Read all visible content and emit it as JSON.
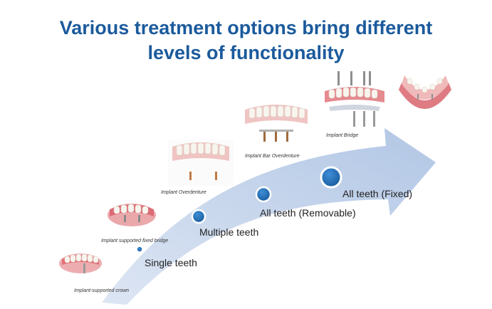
{
  "title_line1": "Various treatment options bring different",
  "title_line2": "levels of functionality",
  "stages": [
    {
      "label": "Single teeth",
      "caption": "Implant-supported crown"
    },
    {
      "label": "Multiple  teeth",
      "caption": "Implant  supported fixed bridge"
    },
    {
      "label": "All  teeth (Removable)",
      "caption": "Implant Overdenture"
    },
    {
      "label": "All  teeth (Fixed)",
      "caption": "Implant  Bar Overdenture"
    }
  ],
  "extra_caption": "Implant Bridge",
  "colors": {
    "title": "#1b5a9c",
    "arrow": "#b9cbe6",
    "dot": "#1f6db3",
    "dot_ring": "#ffffff",
    "gum": "#e58a8f",
    "tooth": "#f7f3ea"
  },
  "icons": [
    "implant-crown-illustration",
    "implant-bridge-illustration",
    "overdenture-illustration",
    "bar-overdenture-illustration",
    "implant-bridge-full-illustration",
    "full-arch-illustration"
  ]
}
